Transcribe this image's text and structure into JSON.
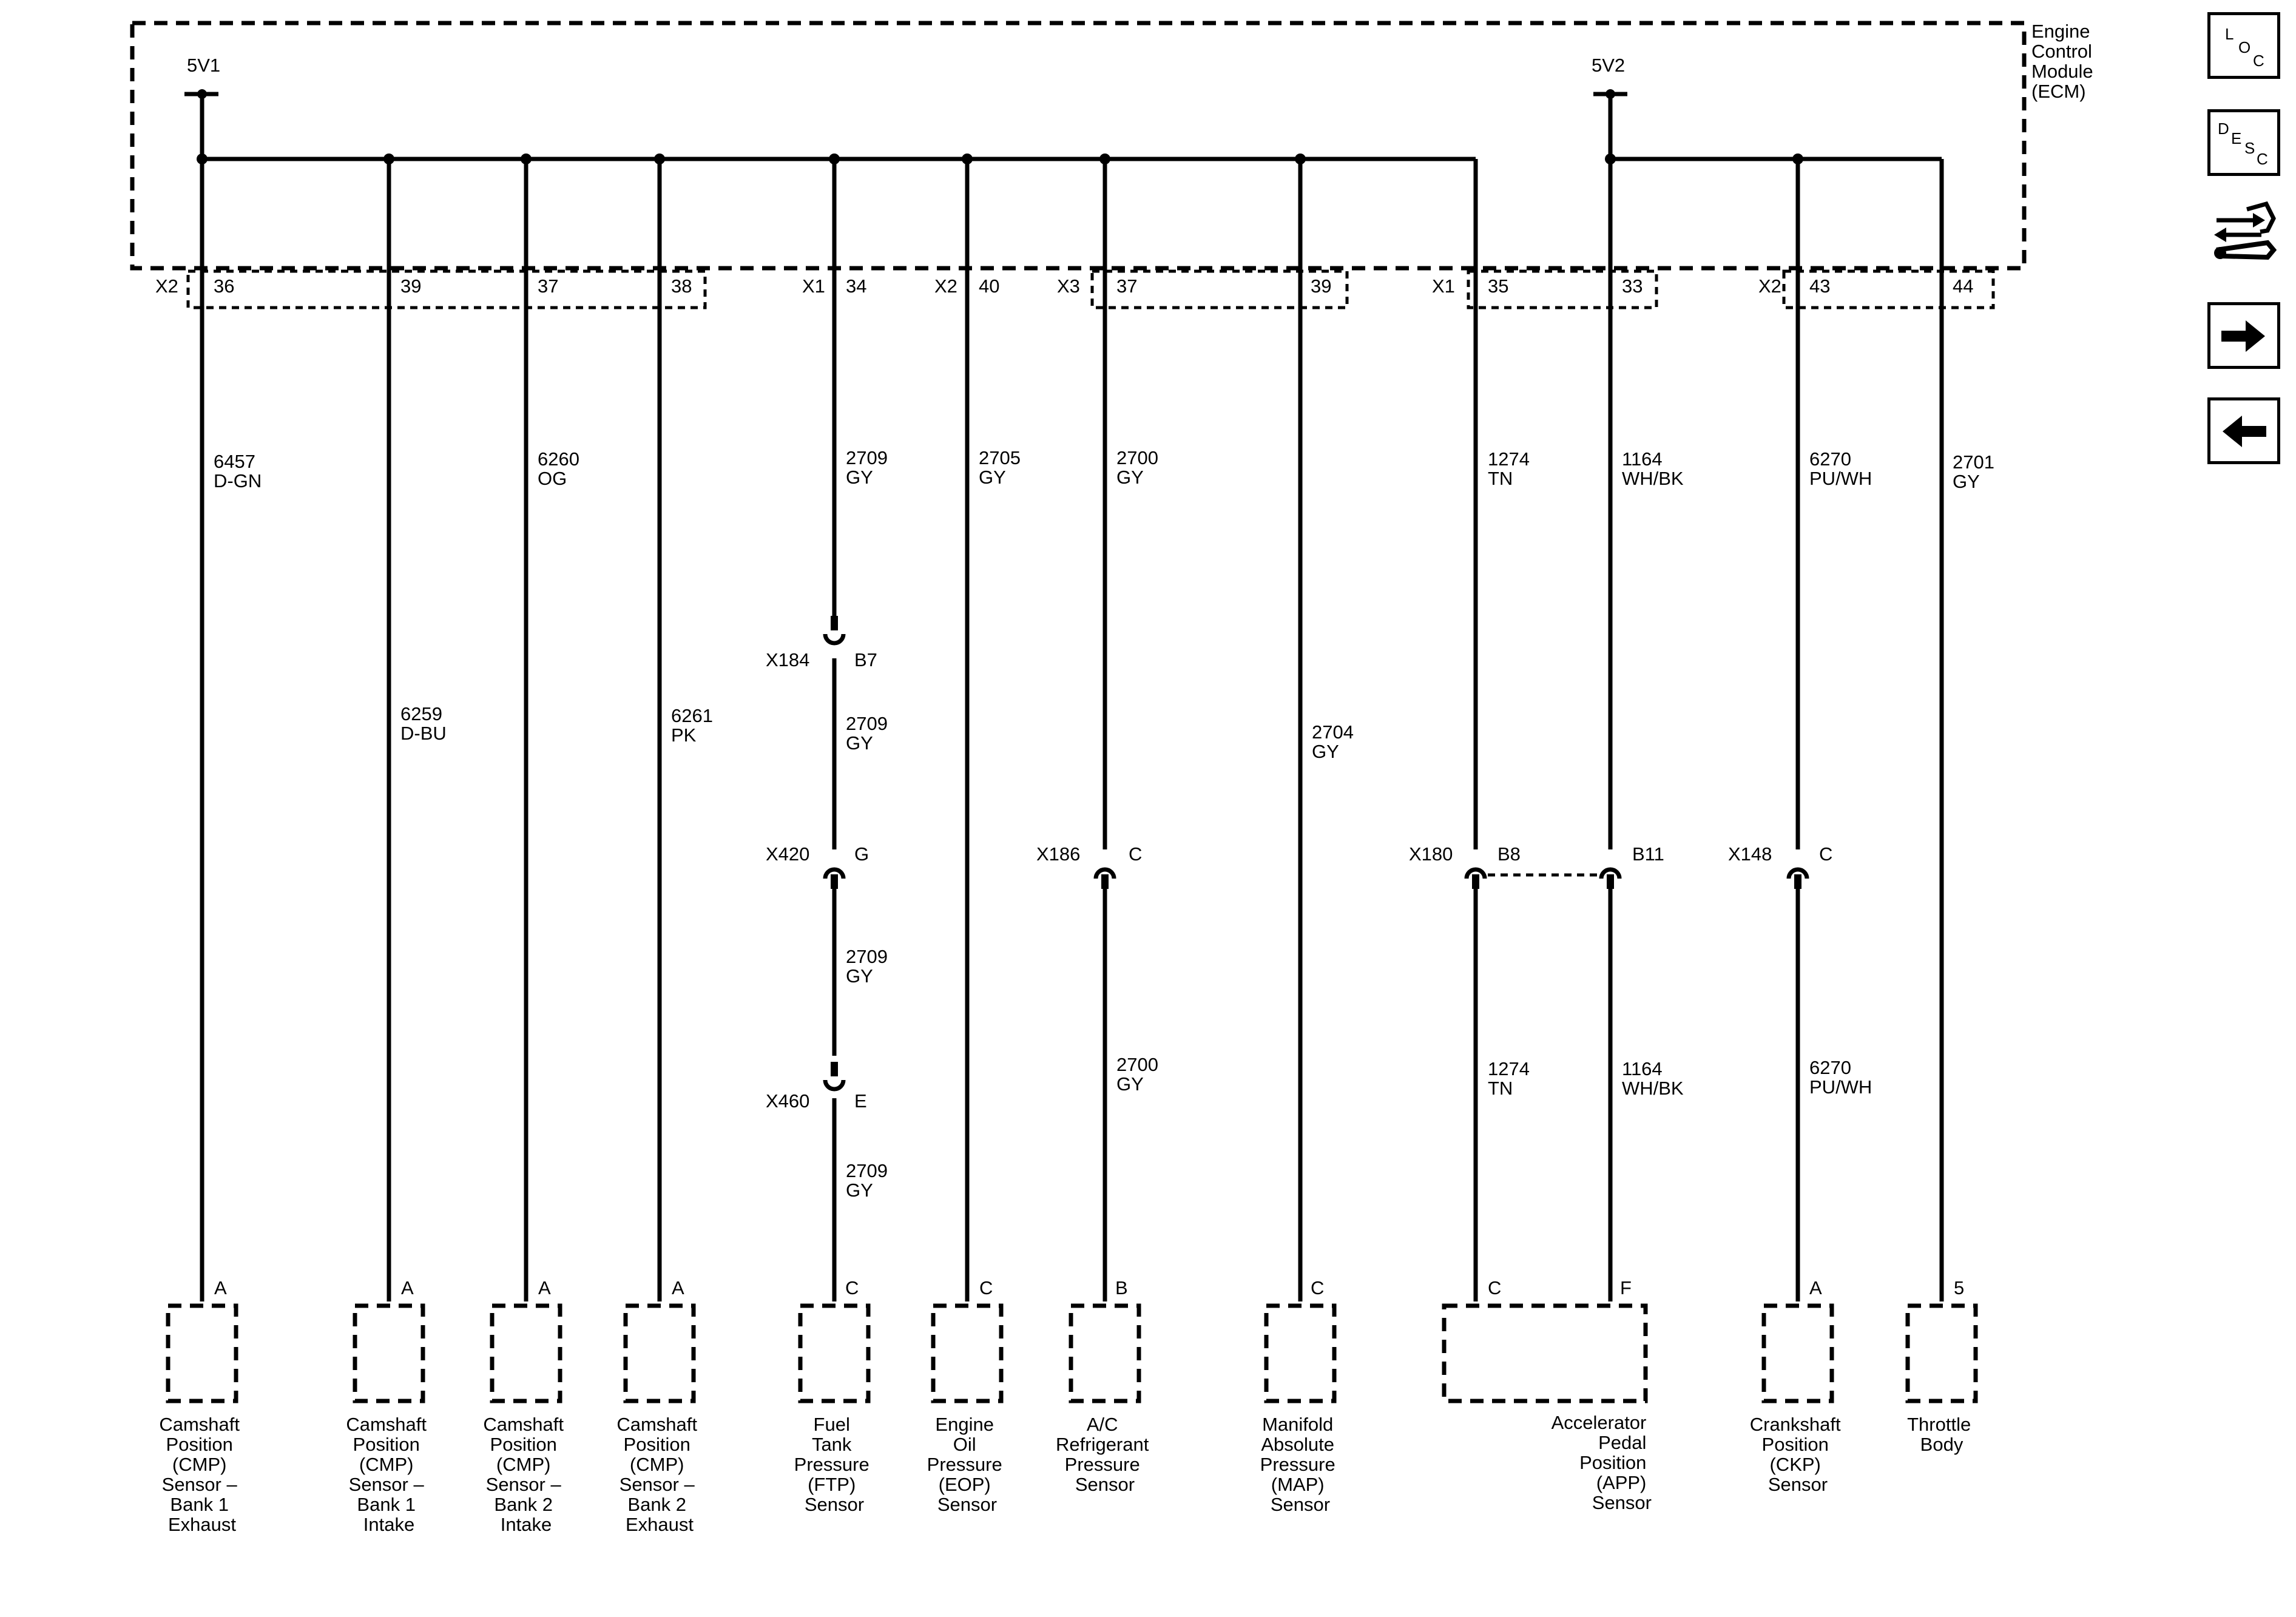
{
  "ecm": {
    "label_lines": [
      "Engine",
      "Control",
      "Module",
      "(ECM)"
    ]
  },
  "supplies": [
    {
      "id": "5v1",
      "label": "5V1"
    },
    {
      "id": "5v2",
      "label": "5V2"
    }
  ],
  "connectors": [
    "X2",
    "X1",
    "X2",
    "X3",
    "X1",
    "X2"
  ],
  "wires": [
    {
      "pin": "36",
      "circuit": [
        "6457",
        "D-GN"
      ],
      "terminal": "A"
    },
    {
      "pin": "39",
      "circuit": [
        "6259",
        "D-BU"
      ],
      "terminal": "A"
    },
    {
      "pin": "37",
      "circuit": [
        "6260",
        "OG"
      ],
      "terminal": "A"
    },
    {
      "pin": "38",
      "circuit": [
        "6261",
        "PK"
      ],
      "terminal": "A"
    },
    {
      "pin": "34",
      "circuit": [
        "2709",
        "GY"
      ],
      "terminal": "C"
    },
    {
      "pin": "40",
      "circuit": [
        "2705",
        "GY"
      ],
      "terminal": "C"
    },
    {
      "pin": "37",
      "circuit": [
        "2700",
        "GY"
      ],
      "terminal": "B"
    },
    {
      "pin": "39",
      "circuit": [
        "2704",
        "GY"
      ],
      "terminal": "C"
    },
    {
      "pin": "35",
      "circuit": [
        "1274",
        "TN"
      ],
      "terminal": "C"
    },
    {
      "pin": "33",
      "circuit": [
        "1164",
        "WH/BK"
      ],
      "terminal": "F"
    },
    {
      "pin": "43",
      "circuit": [
        "6270",
        "PU/WH"
      ],
      "terminal": "A"
    },
    {
      "pin": "44",
      "circuit": [
        "2701",
        "GY"
      ],
      "terminal": "5"
    }
  ],
  "inline_connectors": [
    {
      "name": "X184",
      "pin": "B7"
    },
    {
      "name": "X420",
      "pin": "G"
    },
    {
      "name": "X460",
      "pin": "E"
    },
    {
      "name": "X186",
      "pin": "C"
    },
    {
      "name": "X180",
      "pin": "B8"
    },
    {
      "pin": "B11"
    },
    {
      "name": "X148",
      "pin": "C"
    }
  ],
  "lower_circuits": [
    {
      "circuit": [
        "2709",
        "GY"
      ]
    },
    {
      "circuit": [
        "2709",
        "GY"
      ]
    },
    {
      "circuit": [
        "2709",
        "GY"
      ]
    },
    {
      "circuit": [
        "2700",
        "GY"
      ]
    },
    {
      "circuit": [
        "1274",
        "TN"
      ]
    },
    {
      "circuit": [
        "1164",
        "WH/BK"
      ]
    },
    {
      "circuit": [
        "6270",
        "PU/WH"
      ]
    }
  ],
  "components": [
    {
      "label_lines": [
        "Camshaft",
        "Position",
        "(CMP)",
        "Sensor –",
        "Bank 1",
        "Exhaust"
      ]
    },
    {
      "label_lines": [
        "Camshaft",
        "Position",
        "(CMP)",
        "Sensor –",
        "Bank 1",
        "Intake"
      ]
    },
    {
      "label_lines": [
        "Camshaft",
        "Position",
        "(CMP)",
        "Sensor –",
        "Bank 2",
        "Intake"
      ]
    },
    {
      "label_lines": [
        "Camshaft",
        "Position",
        "(CMP)",
        "Sensor –",
        "Bank 2",
        "Exhaust"
      ]
    },
    {
      "label_lines": [
        "Fuel",
        "Tank",
        "Pressure",
        "(FTP)",
        "Sensor"
      ]
    },
    {
      "label_lines": [
        "Engine",
        "Oil",
        "Pressure",
        "(EOP)",
        "Sensor"
      ]
    },
    {
      "label_lines": [
        "A/C",
        "Refrigerant",
        "Pressure",
        "Sensor"
      ]
    },
    {
      "label_lines": [
        "Manifold",
        "Absolute",
        "Pressure",
        "(MAP)",
        "Sensor"
      ]
    },
    {
      "label_lines": [
        "Accelerator",
        "Pedal",
        "Position",
        "(APP)",
        "Sensor"
      ]
    },
    {
      "label_lines": [
        "Crankshaft",
        "Position",
        "(CKP)",
        "Sensor"
      ]
    },
    {
      "label_lines": [
        "Throttle",
        "Body"
      ]
    }
  ],
  "sidebar": {
    "loc": {
      "letters": [
        "L",
        "O",
        "C"
      ],
      "icon": "location-icon"
    },
    "desc": {
      "letters": [
        "D",
        "E",
        "S",
        "C"
      ],
      "icon": "description-icon"
    },
    "tools": {
      "icon": "wrench-arrows-icon"
    },
    "next": {
      "icon": "arrow-right-icon"
    },
    "prev": {
      "icon": "arrow-left-icon"
    }
  }
}
